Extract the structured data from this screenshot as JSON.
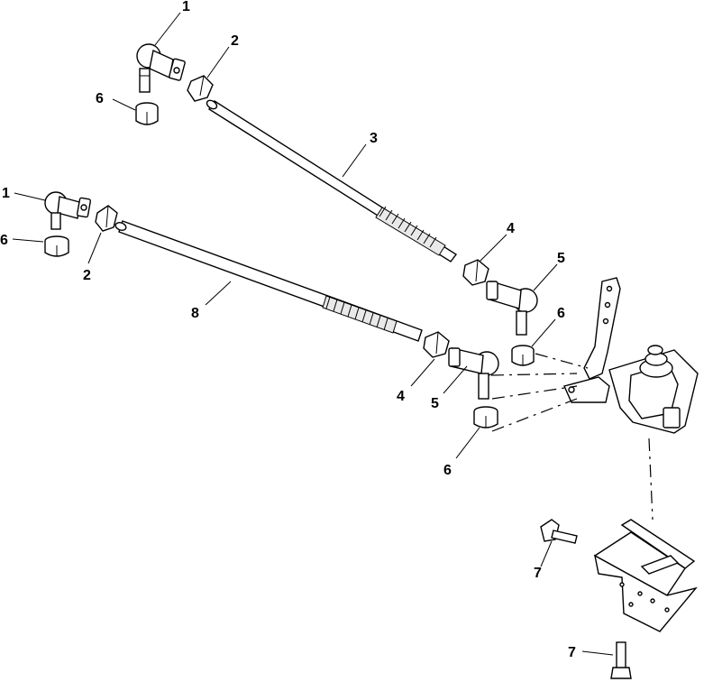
{
  "callouts": {
    "c1_top": "1",
    "c2_top": "2",
    "c6_top": "6",
    "c3": "3",
    "c1_left": "1",
    "c6_left": "6",
    "c2_left": "2",
    "c4_upper": "4",
    "c5_upper": "5",
    "c6_right": "6",
    "c8": "8",
    "c4_lower": "4",
    "c5_lower": "5",
    "c6_lower": "6",
    "c7_upper": "7",
    "c7_lower": "7"
  }
}
